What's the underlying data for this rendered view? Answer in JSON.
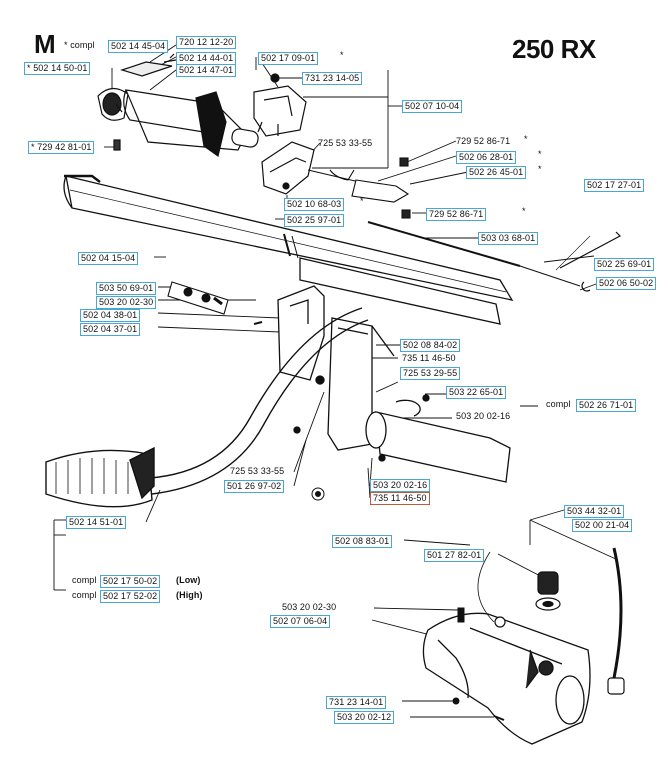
{
  "header": {
    "letter": "M",
    "model": "250 RX"
  },
  "labels": {
    "l01": "* compl",
    "l02": "502 14 45-04",
    "l03": "720 12 12-20",
    "l04": "502 14 44-01",
    "l05": "502 17 09-01",
    "l06": "*",
    "l07": "* 502 14 50-01",
    "l08": "502 14 47-01",
    "l09": "731 23 14-05",
    "l10": "502 07 10-04",
    "l11": "725 53 33-55",
    "l12": "729 52 86-71",
    "l13": "*",
    "l14": "* 729 42 81-01",
    "l15": "502 06 28-01",
    "l16": "*",
    "l17": "502 26 45-01",
    "l18": "*",
    "l19": "502 10 68-03",
    "l20": "*",
    "l21": "502 17 27-01",
    "l22": "729 52 86-71",
    "l23": "*",
    "l24": "502 25 97-01",
    "l25": "503 03 68-01",
    "l26": "502 04 15-04",
    "l27": "502 25 69-01",
    "l28": "502 06 50-02",
    "l29": "503 50 69-01",
    "l30": "503 20 02-30",
    "l31": "502 04 38-01",
    "l32": "502 04 37-01",
    "l33": "502 08 84-02",
    "l34": "735 11 46-50",
    "l35": "725 53 29-55",
    "l36": "503 22 65-01",
    "l37": "503 20 02-16",
    "l38": "compl",
    "l39": "502 26 71-01",
    "l40": "725 53 33-55",
    "l41": "501 26 97-02",
    "l42": "503 20 02-16",
    "l43": "735 11 46-50",
    "l44": "502 14 51-01",
    "l45": "compl",
    "l46": "502 17 50-02",
    "l47": "(Low)",
    "l48": "compl",
    "l49": "502 17 52-02",
    "l50": "(High)",
    "l51": "503 44 32-01",
    "l52": "502 00 21-04",
    "l53": "502 08 83-01",
    "l54": "501 27 82-01",
    "l55": "503 20 02-30",
    "l56": "502 07 06-04",
    "l57": "731 23 14-01",
    "l58": "503 20 02-12"
  }
}
